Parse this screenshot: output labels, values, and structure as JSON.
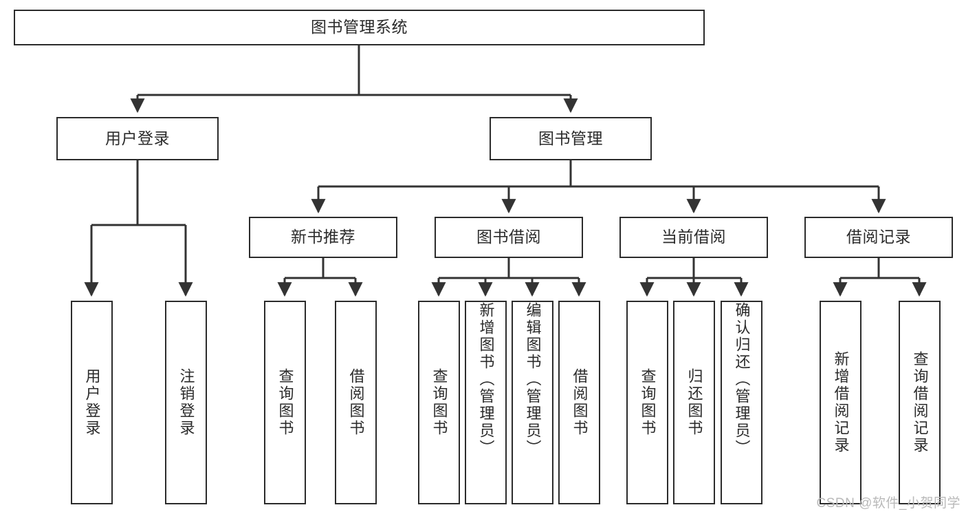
{
  "diagram": {
    "type": "tree-hierarchy",
    "title": "图书管理系统",
    "watermark": "CSDN @软件_小贺同学",
    "colors": {
      "box_border": "#2b2b2b",
      "box_fill": "#ffffff",
      "line": "#333333",
      "text": "#2b2b2b",
      "watermark": "#b9b9b9",
      "background": "#ffffff"
    },
    "root": {
      "label": "图书管理系统"
    },
    "level2": [
      {
        "id": "user-login",
        "label": "用户登录"
      },
      {
        "id": "book-manage",
        "label": "图书管理"
      }
    ],
    "level3": [
      {
        "id": "new-book-recommend",
        "label": "新书推荐",
        "parent": "book-manage"
      },
      {
        "id": "book-borrow",
        "label": "图书借阅",
        "parent": "book-manage"
      },
      {
        "id": "current-borrow",
        "label": "当前借阅",
        "parent": "book-manage"
      },
      {
        "id": "borrow-record",
        "label": "借阅记录",
        "parent": "book-manage"
      }
    ],
    "leaves": {
      "user-login": [
        {
          "id": "leaf-user-login",
          "label": "用户登录"
        },
        {
          "id": "leaf-user-logout",
          "label": "注销登录"
        }
      ],
      "new-book-recommend": [
        {
          "id": "leaf-query-book-1",
          "label": "查询图书"
        },
        {
          "id": "leaf-borrow-book-1",
          "label": "借阅图书"
        }
      ],
      "book-borrow": [
        {
          "id": "leaf-query-book-2",
          "label": "查询图书"
        },
        {
          "id": "leaf-add-book",
          "label": "新增图书（管理员）"
        },
        {
          "id": "leaf-edit-book",
          "label": "编辑图书（管理员）"
        },
        {
          "id": "leaf-borrow-book-2",
          "label": "借阅图书"
        }
      ],
      "current-borrow": [
        {
          "id": "leaf-query-book-3",
          "label": "查询图书"
        },
        {
          "id": "leaf-return-book",
          "label": "归还图书"
        },
        {
          "id": "leaf-confirm-return",
          "label": "确认归还（管理员）"
        }
      ],
      "borrow-record": [
        {
          "id": "leaf-add-record",
          "label": "新增借阅记录"
        },
        {
          "id": "leaf-query-record",
          "label": "查询借阅记录"
        }
      ]
    }
  }
}
